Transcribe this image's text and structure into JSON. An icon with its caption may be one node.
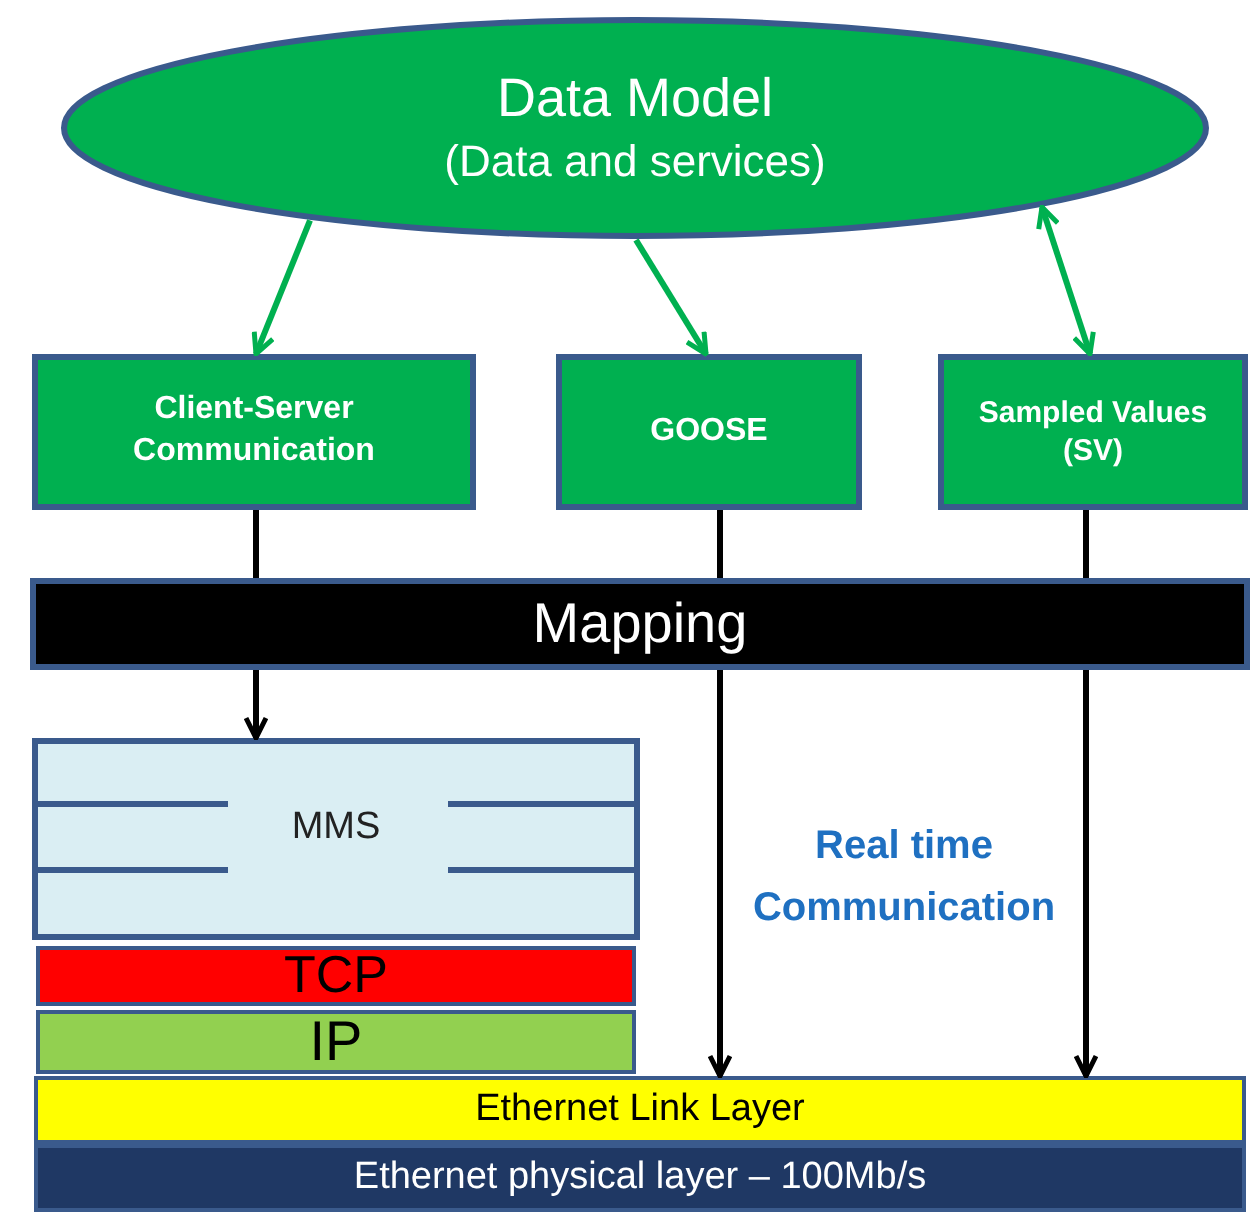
{
  "diagram": {
    "nodes": [
      {
        "text": [
          "Data Model",
          "(Data and services)"
        ]
      },
      {
        "text": [
          "Client-Server Communication"
        ]
      },
      {
        "text": [
          "GOOSE"
        ]
      },
      {
        "text": [
          "Sampled Values (SV)"
        ]
      },
      {
        "text": [
          "Mapping"
        ]
      },
      {
        "text": [
          "MMS"
        ]
      },
      {
        "text": [
          "TCP"
        ]
      },
      {
        "text": [
          "IP"
        ]
      },
      {
        "text": [
          "Ethernet Link Layer"
        ]
      },
      {
        "text": [
          "Ethernet physical layer – 100Mb/s"
        ]
      }
    ],
    "edges": [
      {
        "from": 0,
        "to": 1,
        "arrow": "to",
        "color": "#00b050"
      },
      {
        "from": 0,
        "to": 2,
        "arrow": "to",
        "color": "#00b050"
      },
      {
        "from": 0,
        "to": 3,
        "arrow": "both",
        "color": "#00b050"
      },
      {
        "from": 1,
        "to": 4,
        "arrow": "none"
      },
      {
        "from": 2,
        "to": 4,
        "arrow": "none"
      },
      {
        "from": 3,
        "to": 4,
        "arrow": "none"
      },
      {
        "from": 4,
        "to": 5,
        "arrow": "to"
      },
      {
        "from": 4,
        "to": 8,
        "arrow": "to"
      },
      {
        "from": 4,
        "to": 8,
        "arrow": "to"
      }
    ],
    "labels": [
      "Real time Communication"
    ]
  }
}
